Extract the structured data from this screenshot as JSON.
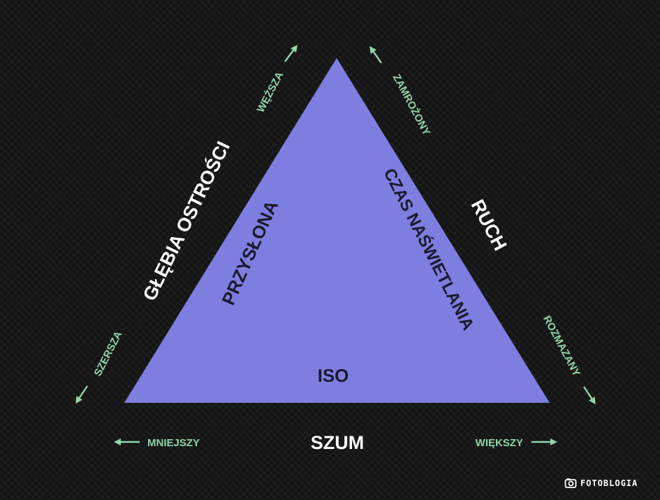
{
  "triangle": {
    "vertices": {
      "top": "PRZYSŁONA",
      "right": "CZAS NAŚWIETLANIA",
      "bottom": "ISO"
    },
    "color": "#7e7ee0"
  },
  "edges": {
    "left": {
      "title": "GŁĘBIA OSTROŚCI",
      "end_top": "WĘŻSZA",
      "end_bottom": "SZERSZA"
    },
    "right": {
      "title": "RUCH",
      "end_top": "ZAMROŻONY",
      "end_bottom": "ROZMAZANY"
    },
    "bottom": {
      "title": "SZUM",
      "end_left": "MNIEJSZY",
      "end_right": "WIĘKSZY"
    }
  },
  "colors": {
    "accent_green": "#8fd6a8",
    "background": "#141414",
    "text_dark": "#1b1b2e"
  },
  "brand": {
    "name": "FOTOBLOGIA",
    "icon": "camera-icon"
  }
}
